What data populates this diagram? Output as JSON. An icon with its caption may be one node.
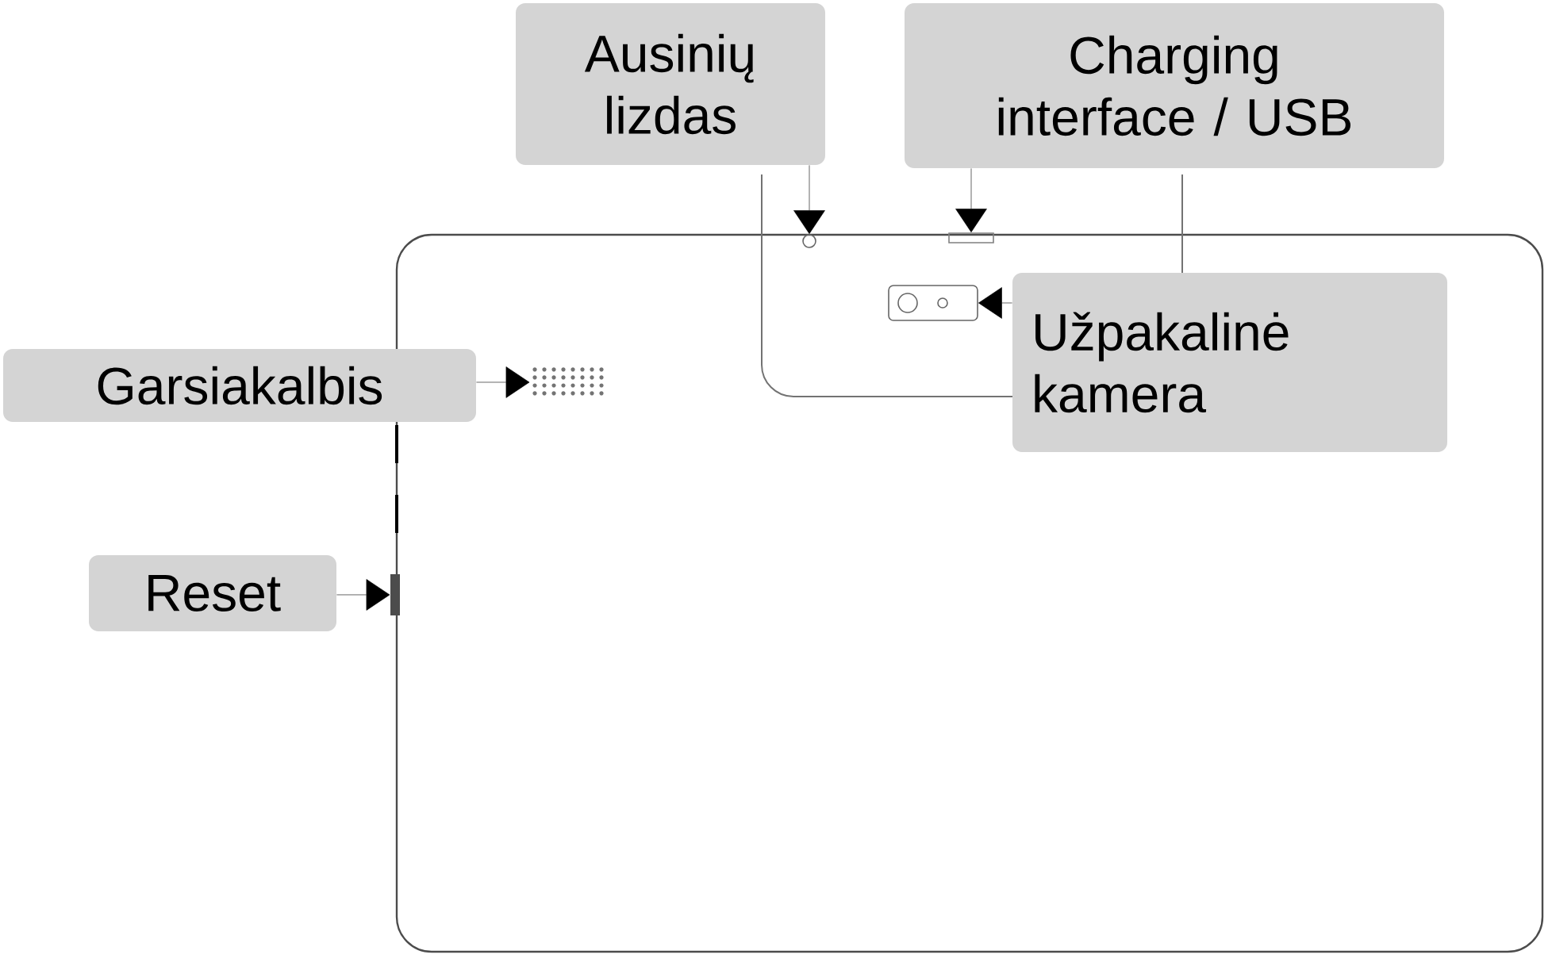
{
  "diagram": {
    "nodes": [
      {
        "text": [
          "Ausinių lizdas"
        ]
      },
      {
        "text": [
          "Charging interface / USB"
        ]
      },
      {
        "text": [],
        "shape": "circle"
      },
      {
        "text": [],
        "shape": "box"
      },
      {
        "text": [
          "Užpakalinė kamera"
        ]
      },
      {
        "text": [],
        "shape": "camera"
      },
      {
        "text": [
          "Garsiakalbis"
        ]
      },
      {
        "text": [],
        "shape": "grille"
      },
      {
        "text": [
          "Reset"
        ]
      },
      {
        "text": [],
        "shape": "button"
      }
    ],
    "edges": [
      {
        "from": 0,
        "to": 2,
        "arrow": "to"
      },
      {
        "from": 1,
        "to": 3,
        "arrow": "to"
      },
      {
        "from": 4,
        "to": 5,
        "arrow": "to"
      },
      {
        "from": 6,
        "to": 7,
        "arrow": "to"
      },
      {
        "from": 8,
        "to": 9,
        "arrow": "to"
      }
    ]
  }
}
